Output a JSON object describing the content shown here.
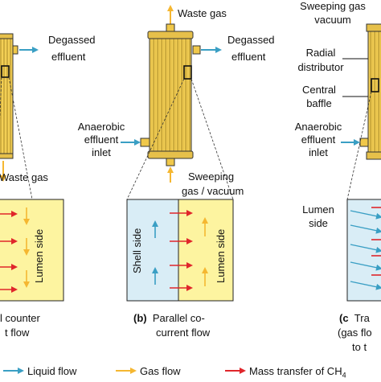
{
  "panels": {
    "a": {
      "waste_gas": "Waste gas",
      "outlet_line1": "Degassed",
      "outlet_line2": "effluent",
      "lumen_label": "Lumen side",
      "caption_line1": "l counter",
      "caption_line2": "t flow"
    },
    "b": {
      "top_label": "Waste gas",
      "outlet_line1": "Degassed",
      "outlet_line2": "effluent",
      "inlet_line1": "Anaerobic",
      "inlet_line2": "effluent",
      "inlet_line3": "inlet",
      "sweep_line1": "Sweeping",
      "sweep_line2": "gas / vacuum",
      "shell_label": "Shell side",
      "lumen_label": "Lumen side",
      "caption_letter": "(b)",
      "caption_line1": "Parallel co-",
      "caption_line2": "current flow"
    },
    "c": {
      "top_line1": "Sweeping gas",
      "top_line2": "vacuum",
      "radial_line1": "Radial",
      "radial_line2": "distributor",
      "baffle_line1": "Central",
      "baffle_line2": "baffle",
      "inlet_line1": "Anaerobic",
      "inlet_line2": "effluent",
      "inlet_line3": "inlet",
      "lumen_line1": "Lumen",
      "lumen_line2": "side",
      "caption_letter": "(c",
      "caption_line1": "Tra",
      "caption_line2": "(gas flo",
      "caption_line3": "to t"
    }
  },
  "legend": {
    "liquid": "Liquid flow",
    "gas": "Gas flow",
    "mass": "Mass transfer of CH",
    "mass_sub": "4"
  },
  "colors": {
    "liquid": "#3a9fc4",
    "gas": "#f5b731",
    "mass": "#e0262b",
    "shell_fill": "#d9edf6",
    "lumen_fill": "#fdf4a0",
    "module": "#f0c84a"
  }
}
